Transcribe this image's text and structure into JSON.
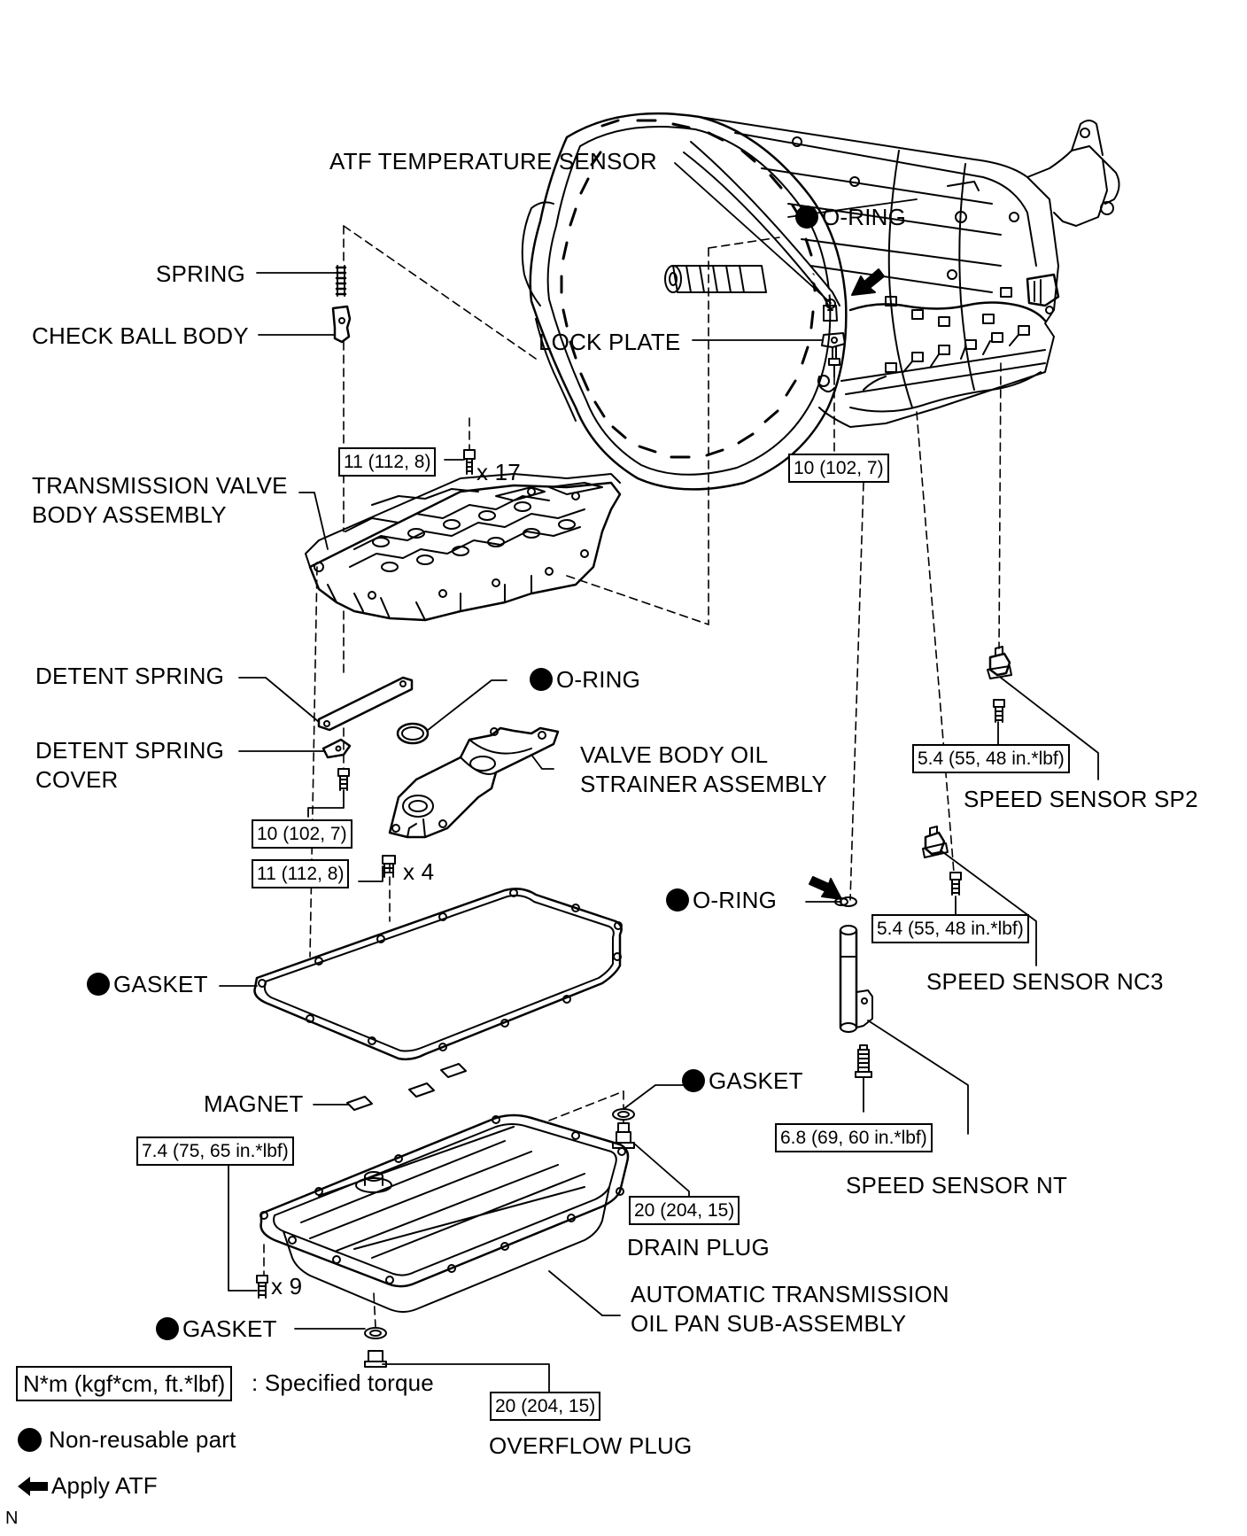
{
  "labels": {
    "atf_temperature_sensor": "ATF TEMPERATURE SENSOR",
    "o_ring_top": "O-RING",
    "spring": "SPRING",
    "check_ball_body": "CHECK BALL BODY",
    "lock_plate": "LOCK PLATE",
    "transmission_valve_body_line1": "TRANSMISSION VALVE",
    "transmission_valve_body_line2": "BODY ASSEMBLY",
    "qty_17": "x 17",
    "detent_spring": "DETENT SPRING",
    "o_ring_middle": "O-RING",
    "detent_spring_cover_line1": "DETENT SPRING",
    "detent_spring_cover_line2": "COVER",
    "valve_body_oil_strainer_line1": "VALVE BODY OIL",
    "valve_body_oil_strainer_line2": "STRAINER ASSEMBLY",
    "qty_4": "x 4",
    "speed_sensor_sp2": "SPEED SENSOR SP2",
    "o_ring_right": "O-RING",
    "speed_sensor_nc3": "SPEED SENSOR NC3",
    "gasket_pan": "GASKET",
    "magnet": "MAGNET",
    "gasket_drain": "GASKET",
    "speed_sensor_nt": "SPEED SENSOR NT",
    "drain_plug": "DRAIN PLUG",
    "qty_9": "x 9",
    "oil_pan_line1": "AUTOMATIC TRANSMISSION",
    "oil_pan_line2": "OIL PAN SUB-ASSEMBLY",
    "gasket_overflow": "GASKET",
    "overflow_plug": "OVERFLOW PLUG"
  },
  "torque": {
    "valve_body_bolts": "11 (112, 8)",
    "lock_plate_bolt": "10 (102, 7)",
    "detent_spring_bolt": "10 (102, 7)",
    "strainer_bolts": "11 (112, 8)",
    "sp2_bolt": "5.4 (55, 48 in.*lbf)",
    "nc3_bolt": "5.4 (55, 48 in.*lbf)",
    "nt_bolt": "6.8 (69, 60 in.*lbf)",
    "oil_pan_bolts": "7.4 (75, 65 in.*lbf)",
    "drain_plug": "20 (204, 15)",
    "overflow_plug": "20 (204, 15)"
  },
  "legend": {
    "torque_unit": "N*m (kgf*cm, ft.*lbf)",
    "torque_desc": ": Specified torque",
    "non_reusable": "Non-reusable part",
    "apply_atf": "Apply ATF"
  },
  "corner_code": "N",
  "icons": {
    "non_reusable": "filled-circle-icon",
    "apply_atf": "left-arrow-icon"
  }
}
